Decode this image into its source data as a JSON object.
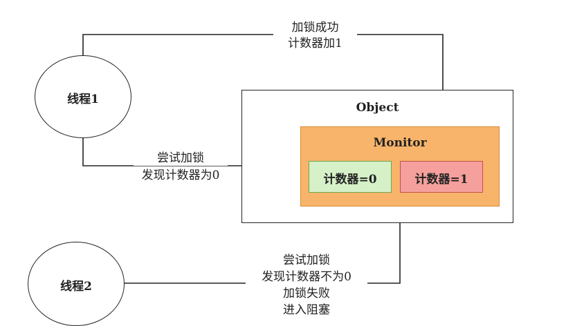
{
  "nodes": {
    "thread1": "线程1",
    "thread2": "线程2",
    "object": "Object",
    "monitor": "Monitor",
    "counter_zero": "计数器=0",
    "counter_one": "计数器=1"
  },
  "edges": {
    "thread1_top": [
      "加锁成功",
      "计数器加1"
    ],
    "thread1_bottom": [
      "尝试加锁",
      "发现计数器为0"
    ],
    "thread2": [
      "尝试加锁",
      "发现计数器不为0",
      "加锁失败",
      "进入阻塞"
    ]
  },
  "colors": {
    "monitor_fill": "#f7b46a",
    "counter_zero_fill": "#d6f0c8",
    "counter_one_fill": "#f5a09c",
    "line": "#222222"
  }
}
